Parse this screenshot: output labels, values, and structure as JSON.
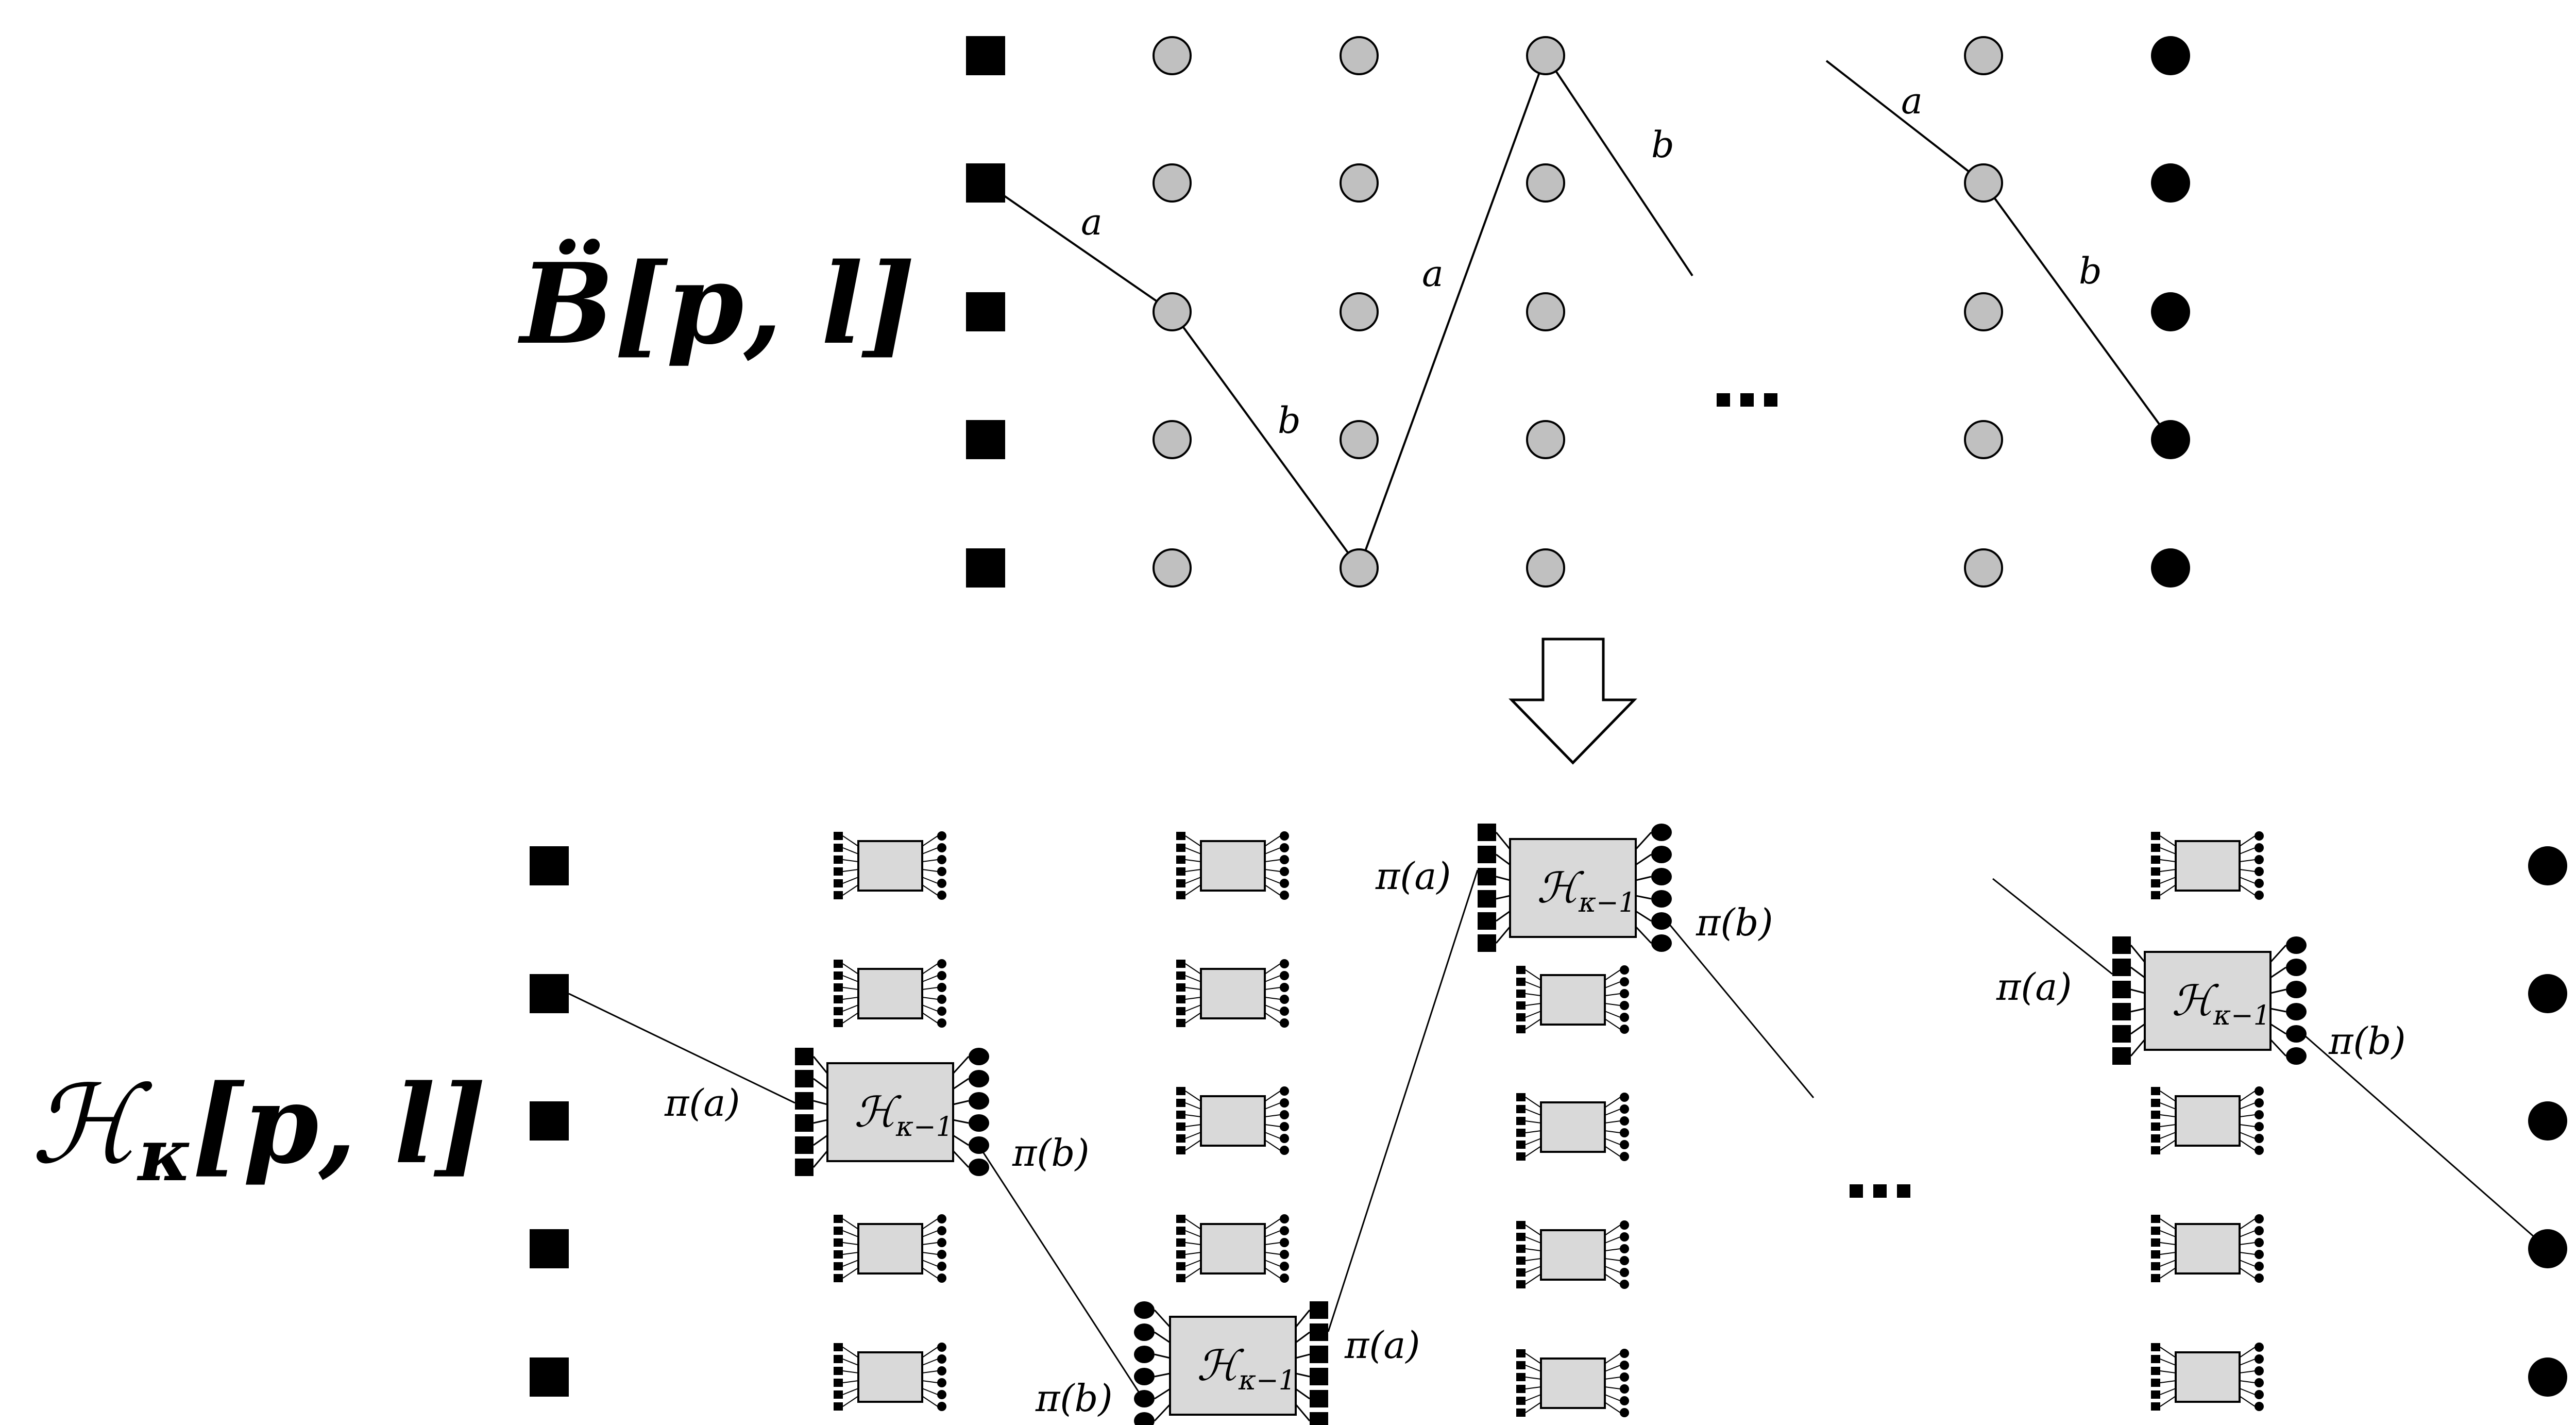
{
  "top_panel": {
    "title": "B̈[p, l]",
    "edge_labels": {
      "a": "a",
      "b": "b"
    },
    "ellipsis": "…",
    "colors": {
      "node_gray": "#c0c0c0",
      "node_black": "#000000",
      "stroke": "#000000"
    }
  },
  "arrow": {
    "name": "down-arrow"
  },
  "bottom_panel": {
    "title_main": "ℋ",
    "title_sub": "κ",
    "title_rest": "[p, l]",
    "box_label_main": "ℋ",
    "box_label_sub": "κ−1",
    "pi_a": "π(a)",
    "pi_b": "π(b)",
    "ellipsis": "…",
    "colors": {
      "box_fill": "#d9d9d9",
      "stroke": "#000000"
    }
  }
}
